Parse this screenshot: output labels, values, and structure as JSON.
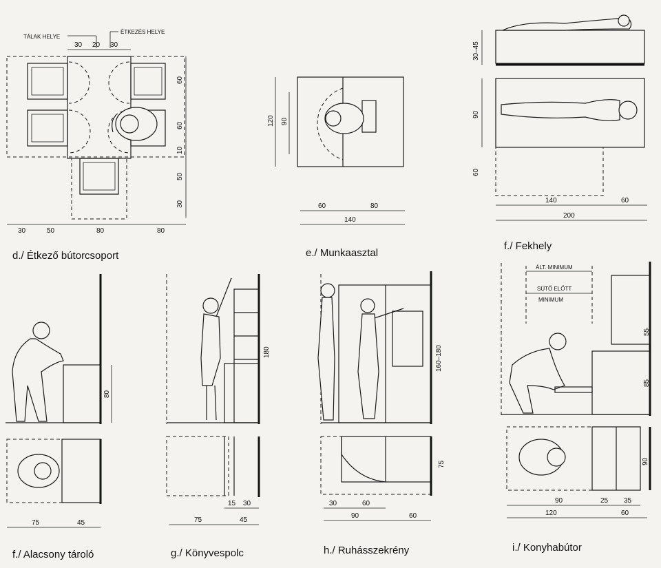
{
  "captions": {
    "d": "d./ Étkező bútorcsoport",
    "e": "e./ Munkaasztal",
    "f_bed": "f./ Fekhely",
    "f_low": "f./ Alacsony tároló",
    "g": "g./ Könyvespolc",
    "h": "h./ Ruhásszekrény",
    "i": "i./ Konyhabútor"
  },
  "dining": {
    "label_dishes": "TÁLAK HELYE",
    "label_eating": "ÉTKEZÉS HELYE",
    "top_dims": [
      "30",
      "20",
      "30"
    ],
    "right_dims": [
      "60",
      "60",
      "10",
      "50",
      "30"
    ],
    "bottom_dims": [
      "30",
      "50",
      "80",
      "80"
    ]
  },
  "desk": {
    "left_dims": [
      "120",
      "90"
    ],
    "bottom_dims": [
      "60",
      "80"
    ],
    "total": "140"
  },
  "bed": {
    "height": "30–45",
    "width": "90",
    "front": "60",
    "bottom_dims": [
      "140",
      "60"
    ],
    "total": "200"
  },
  "low_storage": {
    "height": "80",
    "bottom_dims": [
      "75",
      "45"
    ]
  },
  "bookshelf": {
    "height": "180",
    "shelf_dims": [
      "15",
      "30"
    ],
    "bottom_dims": [
      "75",
      "45"
    ]
  },
  "wardrobe": {
    "height": "160–180",
    "depth": "75",
    "top_dims": [
      "30",
      "60"
    ],
    "bottom_dims": [
      "90",
      "60"
    ]
  },
  "kitchen": {
    "label_min": "ÁLT. MINIMUM",
    "label_oven": "SÜTŐ ELŐTT",
    "label_oven2": "MINIMUM",
    "right_dims": [
      "55",
      "85"
    ],
    "plan_depth": "90",
    "top_dims": [
      "90",
      "25",
      "35"
    ],
    "bottom_dims": [
      "120",
      "60"
    ]
  }
}
